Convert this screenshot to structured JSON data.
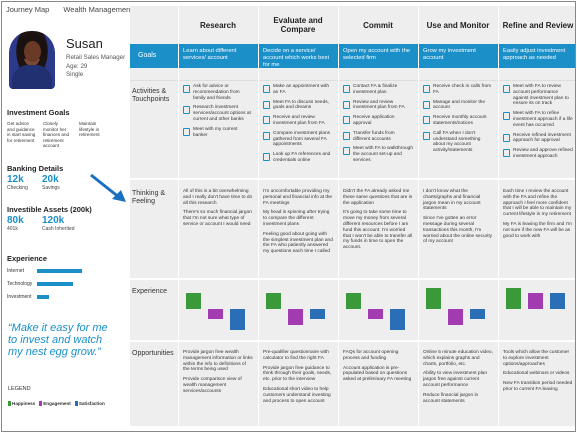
{
  "header": {
    "tabs": [
      "Journey Map",
      "Wealth Management"
    ]
  },
  "persona": {
    "name": "Susan",
    "role": "Retail Sales Manager",
    "age": "Age: 29",
    "status": "Single"
  },
  "investment_goals": {
    "title": "Investment Goals",
    "items": [
      "Get advice and guidance in start saving for retirement",
      "Closely monitor her finances and retirement account",
      "Maintain lifestyle in retirement"
    ]
  },
  "banking": {
    "title": "Banking Details",
    "figures": [
      {
        "value": "12k",
        "label": "Checking"
      },
      {
        "value": "20k",
        "label": "Savings"
      }
    ]
  },
  "investible": {
    "title": "Investible Assets (200k)",
    "figures": [
      {
        "value": "80k",
        "label": "401k"
      },
      {
        "value": "120k",
        "label": "Cash Inherited"
      }
    ]
  },
  "experience_left": {
    "title": "Experience",
    "bars": [
      {
        "label": "Internet",
        "level": 0.75
      },
      {
        "label": "Technology",
        "level": 0.6
      },
      {
        "label": "Investment",
        "level": 0.2
      }
    ]
  },
  "quote": "“Make it easy for me to invest and watch my nest egg grow.”",
  "legend": {
    "title": "LEGEND",
    "items": [
      {
        "label": "Happiness",
        "color": "#3a9a3a"
      },
      {
        "label": "Engagement",
        "color": "#a23bb0"
      },
      {
        "label": "Satisfaction",
        "color": "#2a6fb5"
      }
    ]
  },
  "rows": {
    "goals": "Goals",
    "activities": "Activities & Touchpoints",
    "thinking": "Thinking & Feeling",
    "experience": "Experience",
    "opportunities": "Opportunities"
  },
  "stages": [
    {
      "name": "Research",
      "goal": "Learn about different services/ account",
      "activities": [
        "Ask for advice or recommendation from family and friends",
        "Research investment services/account options at current and other banks",
        "Meet with my current banker"
      ],
      "thinking": [
        "All of this is a bit overwhelming and I really don't have time to do all this research",
        "There's so much financial jargon that I'm not sure what type of service or account I would need"
      ],
      "experience": {
        "happiness": 3,
        "engagement": -2,
        "satisfaction": -4
      },
      "opportunities": [
        "Provide jargon free wealth management information or links within the info to definitions of the terms being used",
        "Provide comparison view of wealth management services/accounts"
      ]
    },
    {
      "name": "Evaluate and Compare",
      "goal": "Decide on a service/ account which works best for me",
      "activities": [
        "Make an appointment with an FA",
        "Meet FA to discuss needs, goals and dreams",
        "Receive and review investment plan from FA",
        "Compare investment plans gathered from several FA appointments",
        "Look up FA references and credentials online"
      ],
      "thinking": [
        "I'm uncomfortable providing my personal and financial info at the FA meetings",
        "My head is spinning after trying to compare the different investment plans",
        "Feeling good about going with the simplest investment plan and the FA who patiently answered my questions each time I called"
      ],
      "experience": {
        "happiness": 3,
        "engagement": -3,
        "satisfaction": -2
      },
      "opportunities": [
        "Pre-qualifier questionnaire with calculator to find the right FA",
        "Provide jargon free guidance to think through their goals, needs, etc. prior to the interview",
        "Educational short video to help customers understand investing and process to open account"
      ]
    },
    {
      "name": "Commit",
      "goal": "Open my account with the selected firm",
      "activities": [
        "Contact FA & finalize investment plan",
        "Review and review investment plan from FA",
        "Receive application approval",
        "Transfer funds from different accounts",
        "Meet with FA to walkthrough the account set-up and services"
      ],
      "thinking": [
        "Didn't the FA already asked me these same questions that are in the application",
        "It's going to take some time to move my money from several different resources before I am fund this account. I'm worried that I won't be able to transfer all my funds in time to open the account."
      ],
      "experience": {
        "happiness": 3,
        "engagement": -2,
        "satisfaction": -4
      },
      "opportunities": [
        "FAQs for account opening process and funding",
        "Account application is pre-populated based on questions asked at preliminary FA meeting"
      ]
    },
    {
      "name": "Use and Monitor",
      "goal": "Grow my investment account",
      "activities": [
        "Receive check in calls from FA",
        "Manage and monitor the account",
        "Receive monthly account statements/notices",
        "Call FA when I don't understand something about my account activity/statements"
      ],
      "thinking": [
        "I don't know what the charts/graphs and financial jargon mean in my account statements",
        "Since I've gotten an error message during several transactions this month, I'm worried about the online security of my account"
      ],
      "experience": {
        "happiness": 4,
        "engagement": -3,
        "satisfaction": -2
      },
      "opportunities": [
        "Online 5 minute education video, which explains graphs and charts, portfolio, etc.",
        "Ability to view investment plan jargon free against current account performance",
        "Reduce financial jargon in account statements"
      ]
    },
    {
      "name": "Refine and Review",
      "goal": "Easily adjust investment approach as needed",
      "activities": [
        "Meet with FA to review account performance against investment plan to ensure its on track",
        "Meet with FA to refine investment approach if a life event has occurred",
        "Receive refined investment approach for approval",
        "Review and approve refined investment approach"
      ],
      "thinking": [
        "Each time I review the account with the FA and refine the approach I feel more confident that I will be able to maintain my current lifestyle in my retirement",
        "My FA is leaving the firm and I'm not sure if the new FA will be as good to work with"
      ],
      "experience": {
        "happiness": 4,
        "engagement": 3,
        "satisfaction": 3
      },
      "opportunities": [
        "Tools which allow the customer to explore investment options/approaches",
        "Educational webinars or videos",
        "New FA transition period needed prior to current FA leaving"
      ]
    }
  ]
}
